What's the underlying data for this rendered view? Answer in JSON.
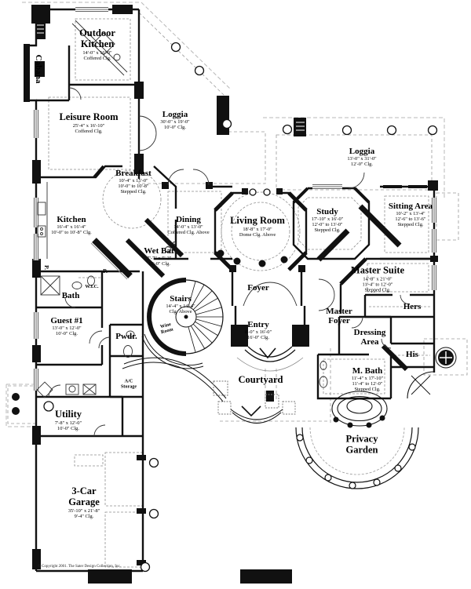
{
  "plan": {
    "copyright": "© Copyright 2001. The Sater Design Collection, Inc.",
    "rooms": {
      "outdoor_kitchen": {
        "name": "Outdoor Kitchen",
        "dim": "14'-0\" x 16'-0\"",
        "ceiling": "Coffered Clg."
      },
      "cabana": {
        "name": "Cabana"
      },
      "leisure": {
        "name": "Leisure Room",
        "dim": "25'-4\" x 16'-10\"",
        "ceiling": "Coffered  Clg."
      },
      "loggia_rear": {
        "name": "Loggia",
        "dim": "30'-0\" x 19'-0\"",
        "ceiling": "10'-0\" Clg."
      },
      "breakfast": {
        "name": "Breakfast",
        "dim": "10'-4\" x 15'-0\"",
        "ceiling": "10'-0\" to 10'-8\"",
        "ceiling2": "Stepped  Clg."
      },
      "kitchen": {
        "name": "Kitchen",
        "dim": "16'-4\" x 16'-4\"",
        "ceiling": "10'-0\" to 10'-8\" Clg."
      },
      "dining": {
        "name": "Dining",
        "dim": "14'-0\" x 13'-0\"",
        "ceiling": "Coffered Clg. Above"
      },
      "living": {
        "name": "Living Room",
        "dim": "18'-8\" x 17'-0\"",
        "ceiling": "Dome  Clg. Above"
      },
      "loggia_side": {
        "name": "Loggia",
        "dim": "13'-0\" x 31'-0\"",
        "ceiling": "12'-0\" Clg."
      },
      "study": {
        "name": "Study",
        "dim": "17'-10\" x 16'-0\"",
        "ceiling": "12'-0\" to 13'-0\"",
        "ceiling2": "Stepped Clg."
      },
      "sitting": {
        "name": "Sitting Area",
        "dim": "10'-2\" x 13'-4\"",
        "ceiling": "12'-6\" to 13'-6\"",
        "ceiling2": "Stepped  Clg."
      },
      "wet_bar": {
        "name": "Wet Bar",
        "dim": "7'-7\" x 5'-2\"",
        "ceiling": "10'-0\"  Clg."
      },
      "master_suite": {
        "name": "Master Suite",
        "dim": "14'-8\" x 21'-0\"",
        "ceiling": "11'-4\" to 12'-0\"",
        "ceiling2": "Stepped Clg."
      },
      "master_foyer": {
        "line1": "Master",
        "line2": "Foyer"
      },
      "hers": {
        "name": "Hers"
      },
      "his": {
        "name": "His"
      },
      "dressing": {
        "line1": "Dressing",
        "line2": "Area"
      },
      "m_bath": {
        "name": "M. Bath",
        "dim": "11'-4\" x 17'-10\"",
        "ceiling": "11'-4\" to 12'-0\"",
        "ceiling2": "Stepped Clg."
      },
      "privacy_garden": {
        "line1": "Privacy",
        "line2": "Garden"
      },
      "bath": {
        "name": "Bath"
      },
      "wic": {
        "name": "W.I.C."
      },
      "pantry1": {
        "name": "P."
      },
      "pantry2": {
        "name": "P."
      },
      "guest1": {
        "name": "Guest #1",
        "dim": "13'-0\" x 12'-0\"",
        "ceiling": "10'-0\" Clg."
      },
      "pwdr": {
        "name": "Pwdr."
      },
      "stairs": {
        "name": "Stairs",
        "dim": "14'-4\" x 14'-4\"",
        "ceiling": "Clg. Above"
      },
      "wine_room": {
        "line1": "Wine",
        "line2": "Room"
      },
      "foyer": {
        "name": "Foyer"
      },
      "entry": {
        "name": "Entry",
        "dim": "8'-0\" x 16'-0\"",
        "ceiling": "16'-0\" Clg."
      },
      "courtyard": {
        "name": "Courtyard"
      },
      "ac_storage": {
        "line1": "A/C",
        "line2": "Storage"
      },
      "utility": {
        "name": "Utility",
        "dim": "7'-8\" x 12'-0\"",
        "ceiling": "10'-0\" Clg."
      },
      "garage": {
        "line1": "3-Car",
        "line2": "Garage",
        "dim": "35'-10\" x 21'-8\"",
        "ceiling": "9'-4\" Clg."
      }
    }
  }
}
